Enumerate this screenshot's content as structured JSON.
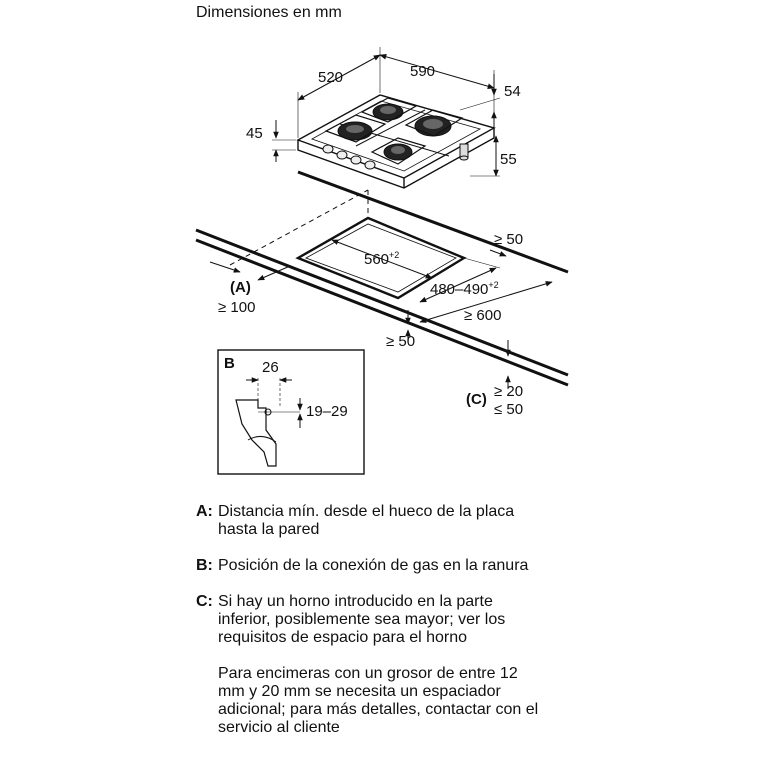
{
  "title": "Dimensiones en mm",
  "dimensions": {
    "depth": "520",
    "width": "590",
    "h54": "54",
    "h45": "45",
    "h55": "55",
    "cutout_width": "560",
    "cutout_width_tol": "+2",
    "cutout_depth": "480–490",
    "cutout_depth_tol": "+2",
    "rear_clearance": "≥ 50",
    "min_wall": "≥ 100",
    "front_clearance": "≥ 50",
    "side_clearance": "≥ 600",
    "worktop_min": "≥ 20",
    "worktop_max": "≤ 50",
    "gas_offset": "26",
    "gas_height": "19–29"
  },
  "labels": {
    "a": "(A)",
    "b": "B",
    "c": "(C)"
  },
  "legend": [
    {
      "key": "A:",
      "text": "Distancia mín. desde el hueco de la placa hasta la pared"
    },
    {
      "key": "B:",
      "text": "Posición de la conexión de gas en la ranura"
    },
    {
      "key": "C:",
      "text": "Si hay un horno introducido en la parte inferior, posiblemente sea mayor; ver los requisitos de espacio para el horno"
    }
  ],
  "note": "Para encimeras con un grosor de entre 12 mm y 20 mm se necesita un espaciador adicional; para más detalles, contactar con el servicio al cliente"
}
